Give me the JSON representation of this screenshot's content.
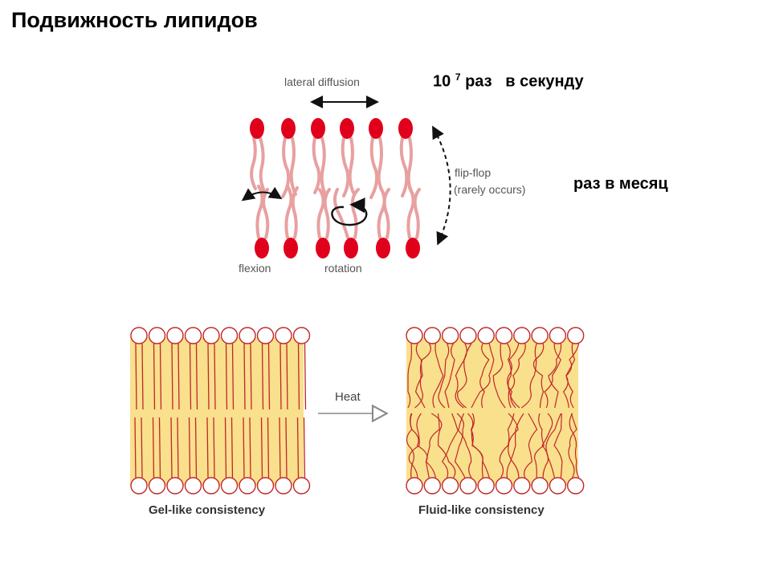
{
  "slide": {
    "title": "Подвижность липидов",
    "rate_fast": {
      "base": "10",
      "exponent": "7",
      "text": "раз   в секунду"
    },
    "rate_slow": "раз в месяц"
  },
  "movement_diagram": {
    "lateral_diffusion": "lateral diffusion",
    "flip_flop_line1": "flip-flop",
    "flip_flop_line2": "(rarely occurs)",
    "flexion": "flexion",
    "rotation": "rotation",
    "head_color": "#e0001b",
    "tail_color": "#e8a0a0"
  },
  "consistency_diagram": {
    "gel_caption": "Gel-like consistency",
    "fluid_caption": "Fluid-like consistency",
    "heat_label": "Heat",
    "core_color": "#f9e08c",
    "tail_color": "#c0262a",
    "head_color": "#c0262a"
  }
}
